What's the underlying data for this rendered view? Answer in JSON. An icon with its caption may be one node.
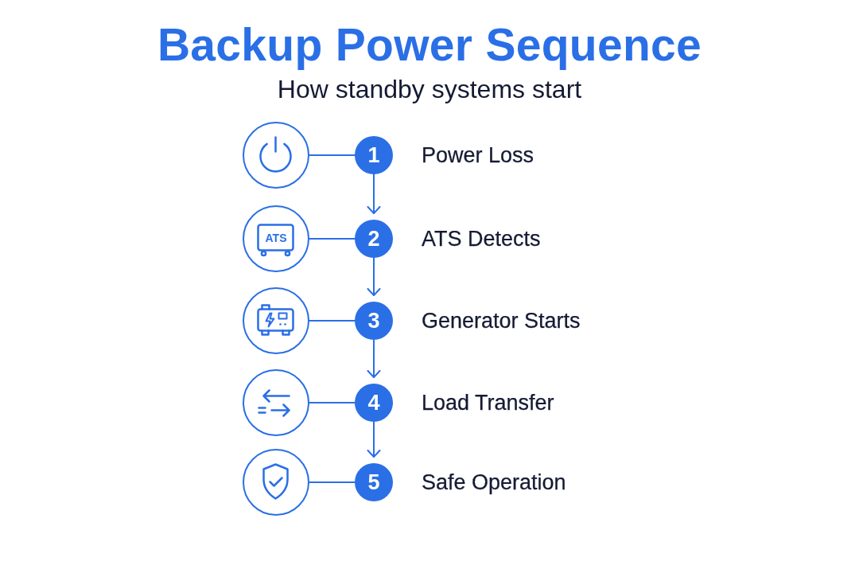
{
  "diagram": {
    "title": "Backup Power Sequence",
    "nodes": [
      {
        "text": [],
        "shape": "circle"
      },
      {
        "text": [
          "1"
        ],
        "beside": [
          "Power Loss"
        ]
      },
      {
        "text": [
          "ATS"
        ]
      },
      {
        "text": [
          "2"
        ],
        "beside": [
          "ATS Detects"
        ]
      },
      {
        "text": [],
        "shape": "circle"
      },
      {
        "text": [
          "3"
        ],
        "beside": [
          "Generator Starts"
        ]
      },
      {
        "text": [],
        "shape": "circle"
      },
      {
        "text": [
          "4"
        ],
        "beside": [
          "Load Transfer"
        ]
      },
      {
        "text": [],
        "shape": "circle"
      },
      {
        "text": [
          "5"
        ],
        "beside": [
          "Safe Operation"
        ]
      }
    ],
    "edges": [
      {
        "from": 0,
        "to": 1,
        "arrow": "none"
      },
      {
        "from": 1,
        "to": 3,
        "arrow": "to"
      },
      {
        "from": 2,
        "to": 3,
        "arrow": "none"
      },
      {
        "from": 3,
        "to": 5,
        "arrow": "to"
      },
      {
        "from": 4,
        "to": 5,
        "arrow": "none"
      },
      {
        "from": 5,
        "to": 7,
        "arrow": "to"
      },
      {
        "from": 6,
        "to": 7,
        "arrow": "none"
      },
      {
        "from": 7,
        "to": 9,
        "arrow": "to"
      },
      {
        "from": 8,
        "to": 9,
        "arrow": "none"
      }
    ],
    "labels": [
      "How standby systems start"
    ]
  }
}
